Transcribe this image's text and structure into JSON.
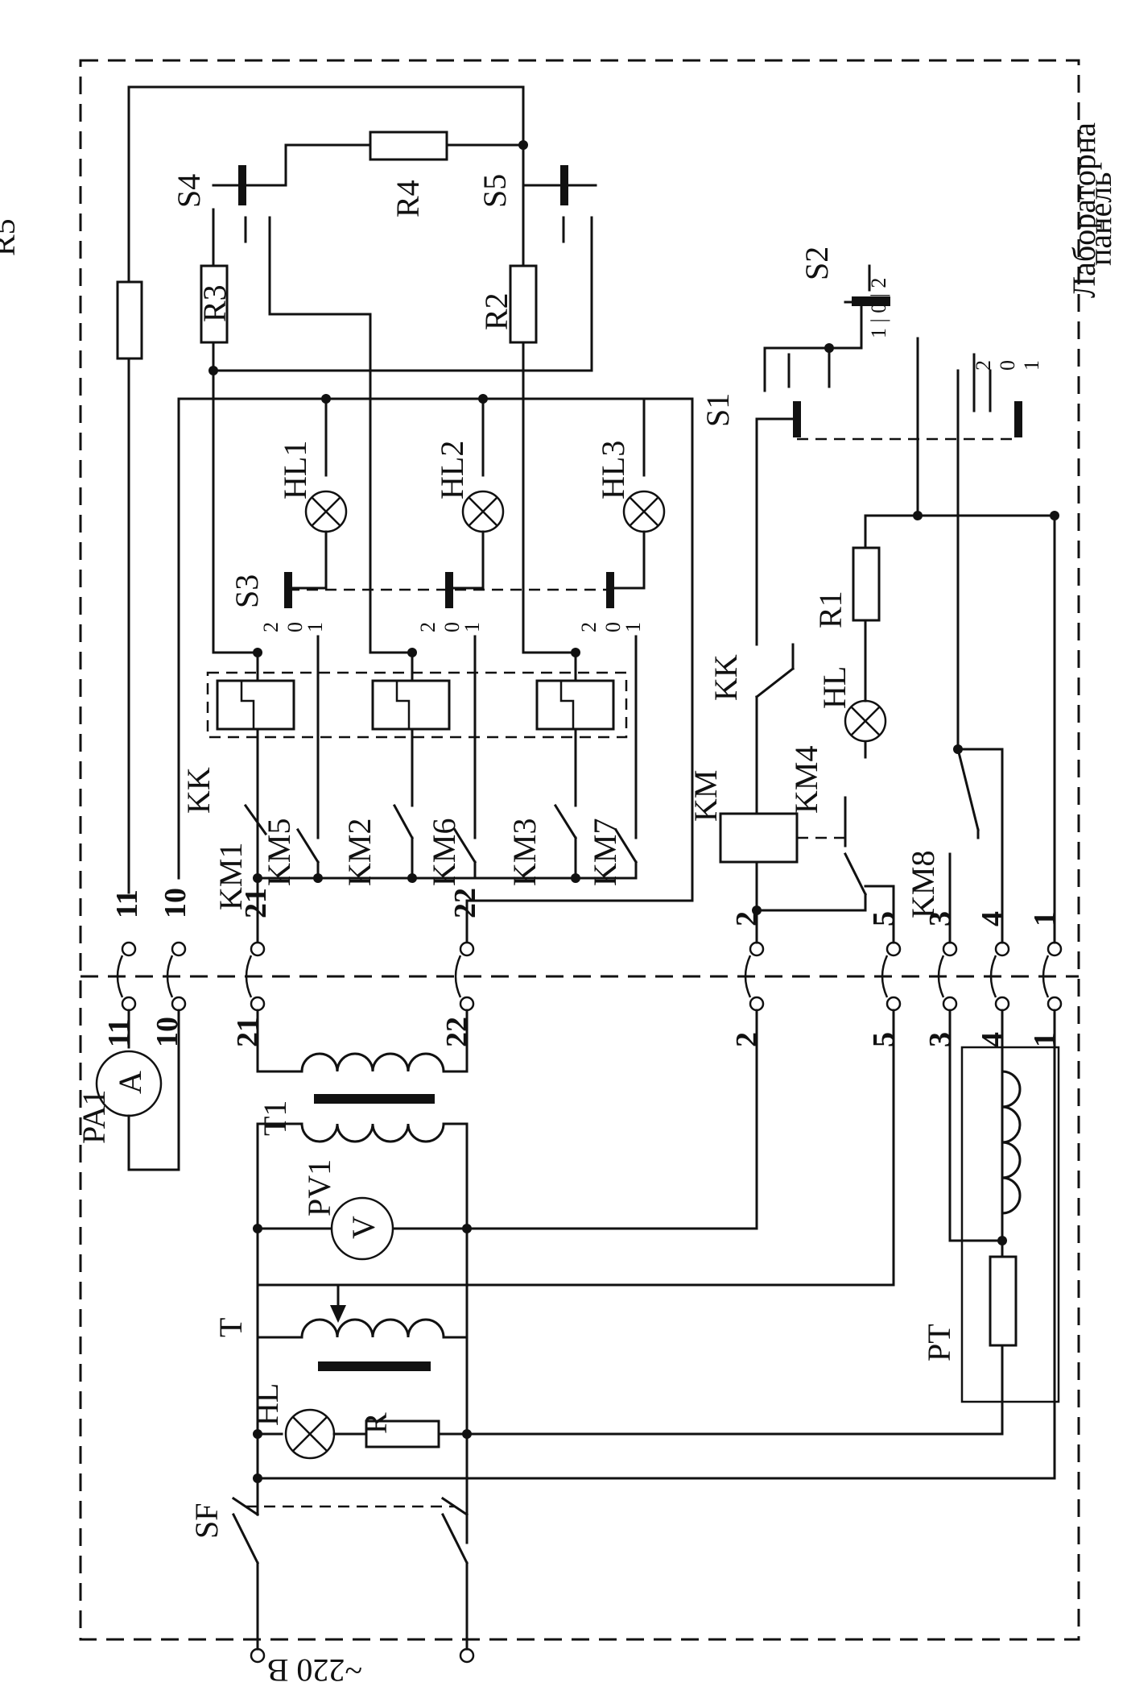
{
  "diagram": {
    "labels": {
      "R5": "R5",
      "R3": "R3",
      "R4": "R4",
      "R2": "R2",
      "S4": "S4",
      "S5": "S5",
      "S2": "S2",
      "S1": "S1",
      "S3": "S3",
      "HL1": "HL1",
      "HL2": "HL2",
      "HL3": "HL3",
      "KK_top": "KK",
      "KM1": "KM1",
      "KM5": "KM5",
      "KM2": "KM2",
      "KM6": "KM6",
      "KM3": "KM3",
      "KM7": "KM7",
      "KM": "KM",
      "KK": "KK",
      "KM4": "KM4",
      "HL_panel": "HL",
      "R1": "R1",
      "KM8": "KM8",
      "PA1": "PA1",
      "T1": "T1",
      "PV1": "PV1",
      "T": "T",
      "HL_src": "HL",
      "R": "R",
      "SF": "SF",
      "PT": "PT",
      "ammeter": "A",
      "voltmeter": "V"
    },
    "panel_title_line1": "Лабораторна",
    "panel_title_line2": "панель",
    "supply_voltage": "~220 В",
    "switch_positions": {
      "p2": "2",
      "p0": "0",
      "p1": "1"
    },
    "s2_positions": "1 | 0 | 2",
    "terminals": [
      {
        "id": "11",
        "label": "11"
      },
      {
        "id": "10",
        "label": "10"
      },
      {
        "id": "21",
        "label": "21"
      },
      {
        "id": "22",
        "label": "22"
      },
      {
        "id": "2",
        "label": "2"
      },
      {
        "id": "5",
        "label": "5"
      },
      {
        "id": "3",
        "label": "3"
      },
      {
        "id": "4",
        "label": "4"
      },
      {
        "id": "1",
        "label": "1"
      }
    ]
  }
}
